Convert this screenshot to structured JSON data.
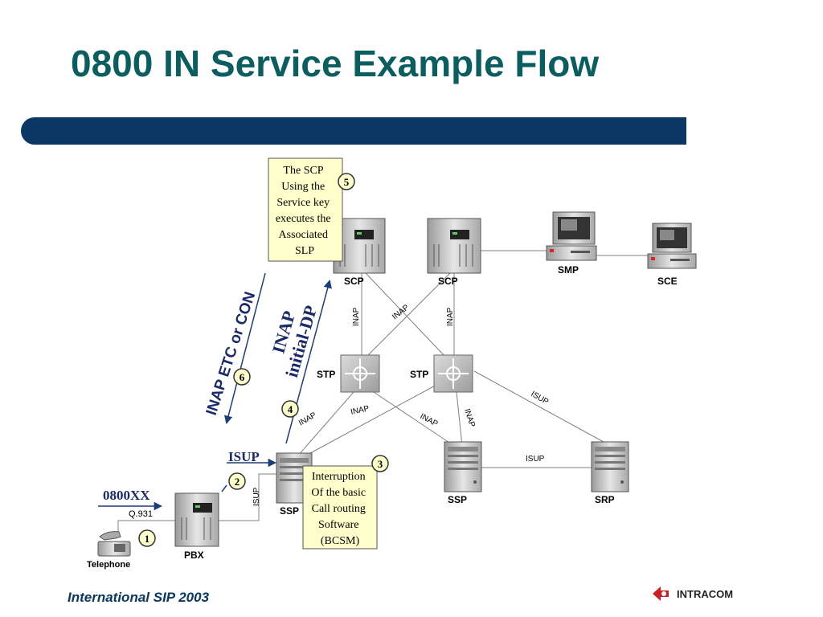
{
  "title": "0800 IN Service Example Flow",
  "footer": "International SIP 2003",
  "logo_text": "INTRACOM",
  "colors": {
    "title": "#0b5e5f",
    "bar": "#0a3764",
    "arrow": "#1b3d7a",
    "note_fill": "#ffffcc",
    "step_fill": "#ffffcc"
  },
  "nodes": {
    "scp_left": "SCP",
    "scp_right": "SCP",
    "smp": "SMP",
    "sce": "SCE",
    "stp_left": "STP",
    "stp_right": "STP",
    "ssp_main": "SSP",
    "ssp_right": "SSP",
    "srp": "SRP",
    "pbx": "PBX",
    "telephone": "Telephone"
  },
  "links": {
    "inap_1": "INAP",
    "inap_2": "INAP",
    "inap_3": "INAP",
    "inap_4": "INAP",
    "inap_5": "INAP",
    "inap_6": "INAP",
    "inap_7": "INAP",
    "isup_1": "ISUP",
    "isup_2": "ISUP",
    "isup_3": "ISUP"
  },
  "flow": {
    "dialed": "0800XX",
    "q931": "Q.931",
    "isup": "ISUP",
    "inap_initial_1": "INAP",
    "inap_initial_2": "initial-DP",
    "inap_etc": "INAP ETC or CON"
  },
  "steps": [
    "1",
    "2",
    "3",
    "4",
    "5",
    "6"
  ],
  "notes": {
    "scp_note": [
      "The SCP",
      "Using the",
      "Service key",
      "executes the",
      "Associated",
      "SLP"
    ],
    "bcsm_note": [
      "Interruption",
      "Of the basic",
      "Call routing",
      "Software",
      "(BCSM)"
    ]
  }
}
